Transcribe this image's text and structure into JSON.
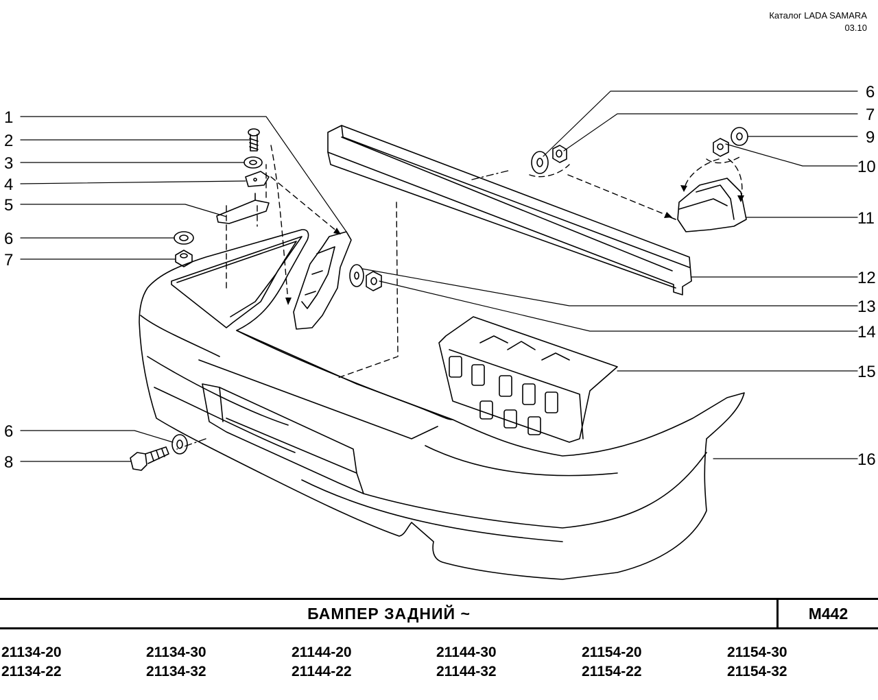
{
  "header": {
    "catalog": "Каталог  LADA SAMARA",
    "date": "03.10"
  },
  "callouts": {
    "c1": "1",
    "c2": "2",
    "c3": "3",
    "c4": "4",
    "c5": "5",
    "c6a": "6",
    "c7a": "7",
    "c6b": "6",
    "c8": "8",
    "c6c": "6",
    "c7b": "7",
    "c9": "9",
    "c10": "10",
    "c11": "11",
    "c12": "12",
    "c13": "13",
    "c14": "14",
    "c15": "15",
    "c16": "16"
  },
  "title": "БАМПЕР   ЗАДНИЙ ~",
  "code": "М442",
  "models": {
    "r1": [
      "21134-20",
      "21134-30",
      "21144-20",
      "21144-30",
      "21154-20",
      "21154-30"
    ],
    "r2": [
      "21134-22",
      "21134-32",
      "21144-22",
      "21144-32",
      "21154-22",
      "21154-32"
    ]
  },
  "colors": {
    "line": "#000000",
    "background": "#ffffff"
  }
}
